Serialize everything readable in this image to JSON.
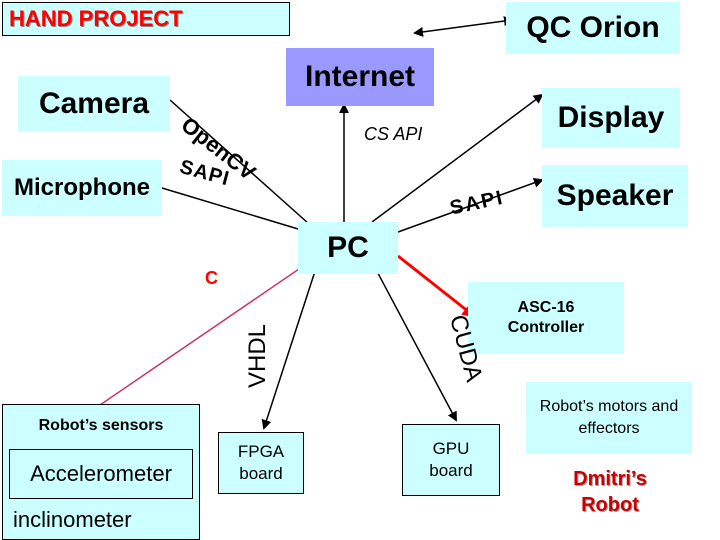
{
  "nodes": {
    "hand_project": "HAND PROJECT",
    "qc_orion": "QC Orion",
    "internet": "Internet",
    "camera": "Camera",
    "display": "Display",
    "microphone": "Microphone",
    "speaker": "Speaker",
    "pc": "PC",
    "asc16": "ASC-16 Controller",
    "robot_sensors": "Robot’s sensors",
    "accelerometer": "Accelerometer",
    "inclinometer": "inclinometer",
    "fpga": "FPGA board",
    "gpu": "GPU board",
    "robot_motors": "Robot’s motors and effectors",
    "dmitri_robot": "Dmitri’s Robot"
  },
  "edges": {
    "opencv": "OpenCV",
    "sapi_left": "SAPI",
    "sapi_right": "SAPI",
    "cs_api": "CS API",
    "c": "C",
    "vhdl": "VHDL",
    "cuda": "CUDA"
  },
  "colors": {
    "box_fill": "#CCFFFF",
    "internet_fill": "#9999FF",
    "title_red": "#FF0000",
    "robot_label": "#CC0000",
    "arrow_red": "#FF0000",
    "arrow_dark": "#000000"
  }
}
